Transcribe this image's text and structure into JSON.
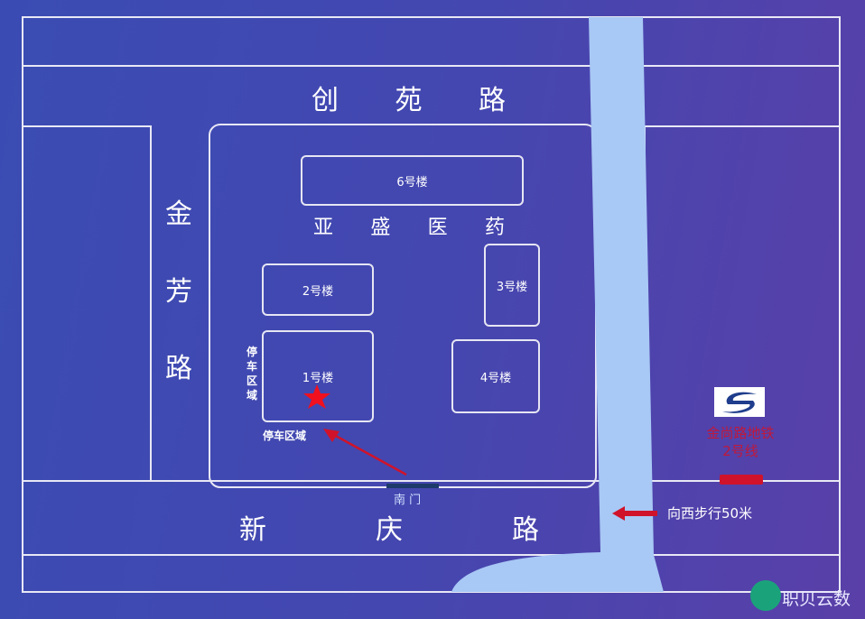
{
  "roads": {
    "top": [
      "创",
      "苑",
      "路"
    ],
    "left": [
      "金",
      "芳",
      "路"
    ],
    "bottom": [
      "新",
      "庆",
      "路"
    ]
  },
  "company": [
    "亚",
    "盛",
    "医",
    "药"
  ],
  "buildings": {
    "b6": "6号楼",
    "b2": "2号楼",
    "b3": "3号楼",
    "b1": "1号楼",
    "b4": "4号楼"
  },
  "parking_vertical": [
    "停",
    "车",
    "区",
    "域"
  ],
  "parking_horizontal": "停车区域",
  "south_gate": "南 门",
  "walk_hint": "向西步行50米",
  "subway": {
    "line1": "金尚路地铁",
    "line2": "2号线"
  },
  "watermark": "职贝云数",
  "colors": {
    "marker": "#e8101e",
    "river": "#a8c8f5"
  }
}
